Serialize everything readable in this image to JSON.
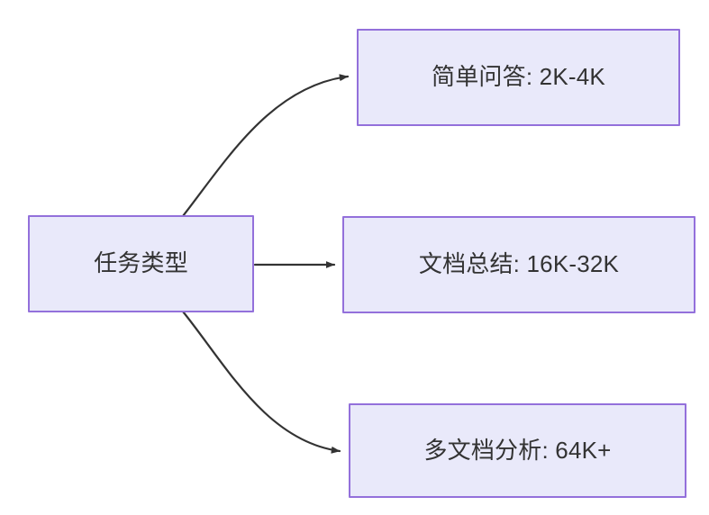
{
  "diagram": {
    "type": "flowchart",
    "direction": "left-to-right",
    "background_color": "#ffffff",
    "node_fill_color": "#e9e9fa",
    "node_border_color": "#9370db",
    "node_text_color": "#333333",
    "edge_color": "#333333",
    "nodes": [
      {
        "id": "source",
        "label": "任务类型"
      },
      {
        "id": "simple",
        "label": "简单问答: 2K-4K"
      },
      {
        "id": "doc",
        "label": "文档总结: 16K-32K"
      },
      {
        "id": "multidoc",
        "label": "多文档分析: 64K+"
      }
    ],
    "edges": [
      {
        "from": "任务类型",
        "to": "简单问答: 2K-4K",
        "style": "curved",
        "arrow": "arrowhead-icon"
      },
      {
        "from": "任务类型",
        "to": "文档总结: 16K-32K",
        "style": "straight",
        "arrow": "arrowhead-icon"
      },
      {
        "from": "任务类型",
        "to": "多文档分析: 64K+",
        "style": "curved",
        "arrow": "arrowhead-icon"
      }
    ]
  }
}
